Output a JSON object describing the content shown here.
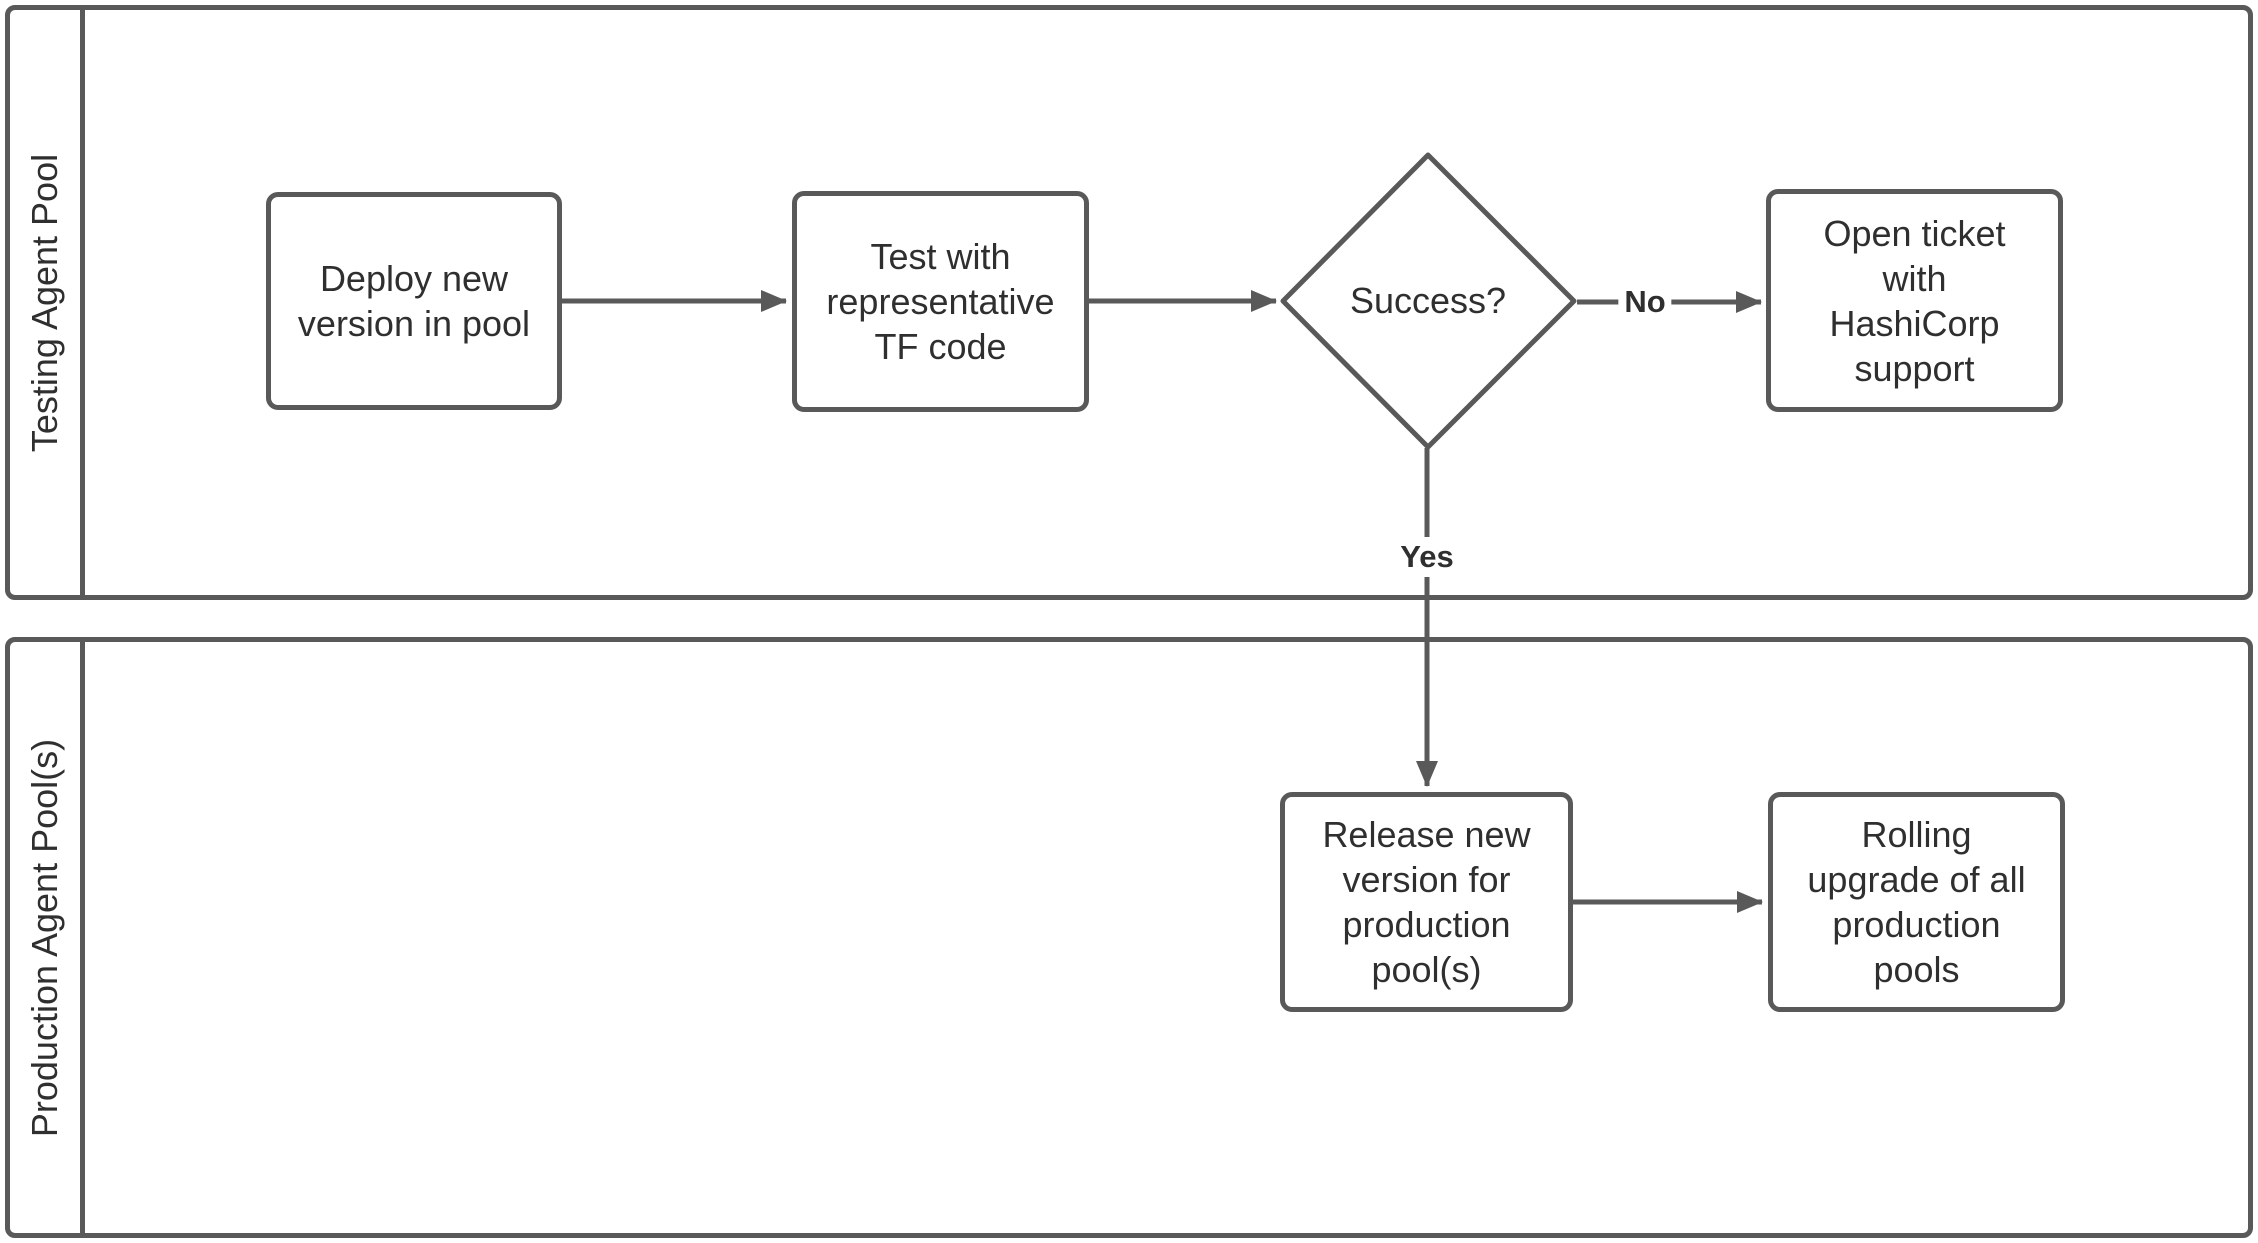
{
  "lanes": [
    {
      "label": "Testing Agent Pool"
    },
    {
      "label": "Production Agent Pool(s)"
    }
  ],
  "nodes": {
    "deploy": {
      "lines": [
        "Deploy new",
        "version in pool"
      ]
    },
    "test": {
      "lines": [
        "Test with",
        "representative",
        "TF code"
      ]
    },
    "decision": {
      "label": "Success?"
    },
    "ticket": {
      "lines": [
        "Open ticket",
        "with",
        "HashiCorp",
        "support"
      ]
    },
    "release": {
      "lines": [
        "Release new",
        "version for",
        "production",
        "pool(s)"
      ]
    },
    "rolling": {
      "lines": [
        "Rolling",
        "upgrade of all",
        "production",
        "pools"
      ]
    }
  },
  "edges": {
    "yes_label": "Yes",
    "no_label": "No"
  },
  "colors": {
    "stroke": "#595959",
    "text": "#2f2f2f",
    "background": "#ffffff"
  }
}
